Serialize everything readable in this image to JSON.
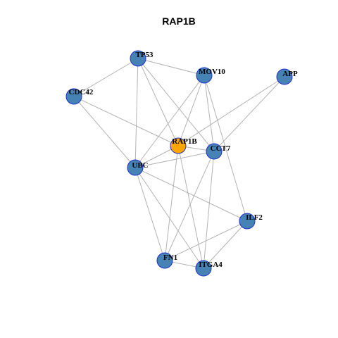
{
  "title": "RAP1B",
  "colors": {
    "node_default": "#4682b4",
    "node_highlight": "#ffa500",
    "node_border": "#1f2fcf",
    "edge": "#b3b3b3"
  },
  "nodes": [
    {
      "id": "TP53",
      "label": "TP53",
      "highlight": false
    },
    {
      "id": "MOV10",
      "label": "MOV10",
      "highlight": false
    },
    {
      "id": "APP",
      "label": "APP",
      "highlight": false
    },
    {
      "id": "CDC42",
      "label": "CDC42",
      "highlight": false
    },
    {
      "id": "RAP1B",
      "label": "RAP1B",
      "highlight": true
    },
    {
      "id": "CCT7",
      "label": "CCT7",
      "highlight": false
    },
    {
      "id": "UBC",
      "label": "UBC",
      "highlight": false
    },
    {
      "id": "ILF2",
      "label": "ILF2",
      "highlight": false
    },
    {
      "id": "FN1",
      "label": "FN1",
      "highlight": false
    },
    {
      "id": "ITGA4",
      "label": "ITGA4",
      "highlight": false
    }
  ],
  "edges": [
    [
      "TP53",
      "MOV10"
    ],
    [
      "TP53",
      "CDC42"
    ],
    [
      "TP53",
      "RAP1B"
    ],
    [
      "TP53",
      "CCT7"
    ],
    [
      "TP53",
      "UBC"
    ],
    [
      "MOV10",
      "RAP1B"
    ],
    [
      "MOV10",
      "CCT7"
    ],
    [
      "MOV10",
      "UBC"
    ],
    [
      "MOV10",
      "ILF2"
    ],
    [
      "APP",
      "RAP1B"
    ],
    [
      "APP",
      "CCT7"
    ],
    [
      "CDC42",
      "RAP1B"
    ],
    [
      "CDC42",
      "UBC"
    ],
    [
      "RAP1B",
      "UBC"
    ],
    [
      "RAP1B",
      "CCT7"
    ],
    [
      "RAP1B",
      "FN1"
    ],
    [
      "RAP1B",
      "ITGA4"
    ],
    [
      "CCT7",
      "UBC"
    ],
    [
      "CCT7",
      "FN1"
    ],
    [
      "CCT7",
      "ITGA4"
    ],
    [
      "UBC",
      "FN1"
    ],
    [
      "UBC",
      "ITGA4"
    ],
    [
      "UBC",
      "ILF2"
    ],
    [
      "ILF2",
      "FN1"
    ],
    [
      "ILF2",
      "ITGA4"
    ],
    [
      "FN1",
      "ITGA4"
    ]
  ]
}
